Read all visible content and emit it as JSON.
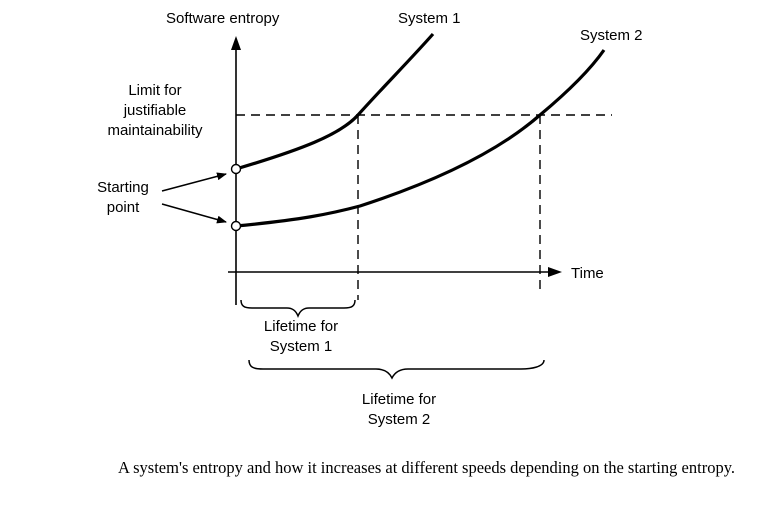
{
  "diagram": {
    "y_axis_label": "Software entropy",
    "x_axis_label": "Time",
    "series": [
      {
        "name": "System 1"
      },
      {
        "name": "System 2"
      }
    ],
    "limit_label": [
      "Limit for",
      "justifiable",
      "maintainability"
    ],
    "starting_point_label": [
      "Starting",
      "point"
    ],
    "lifetime_system1_label": [
      "Lifetime for",
      "System 1"
    ],
    "lifetime_system2_label": [
      "Lifetime for",
      "System 2"
    ]
  },
  "caption": "A system's entropy and how it increases at different speeds depending on the starting entropy."
}
